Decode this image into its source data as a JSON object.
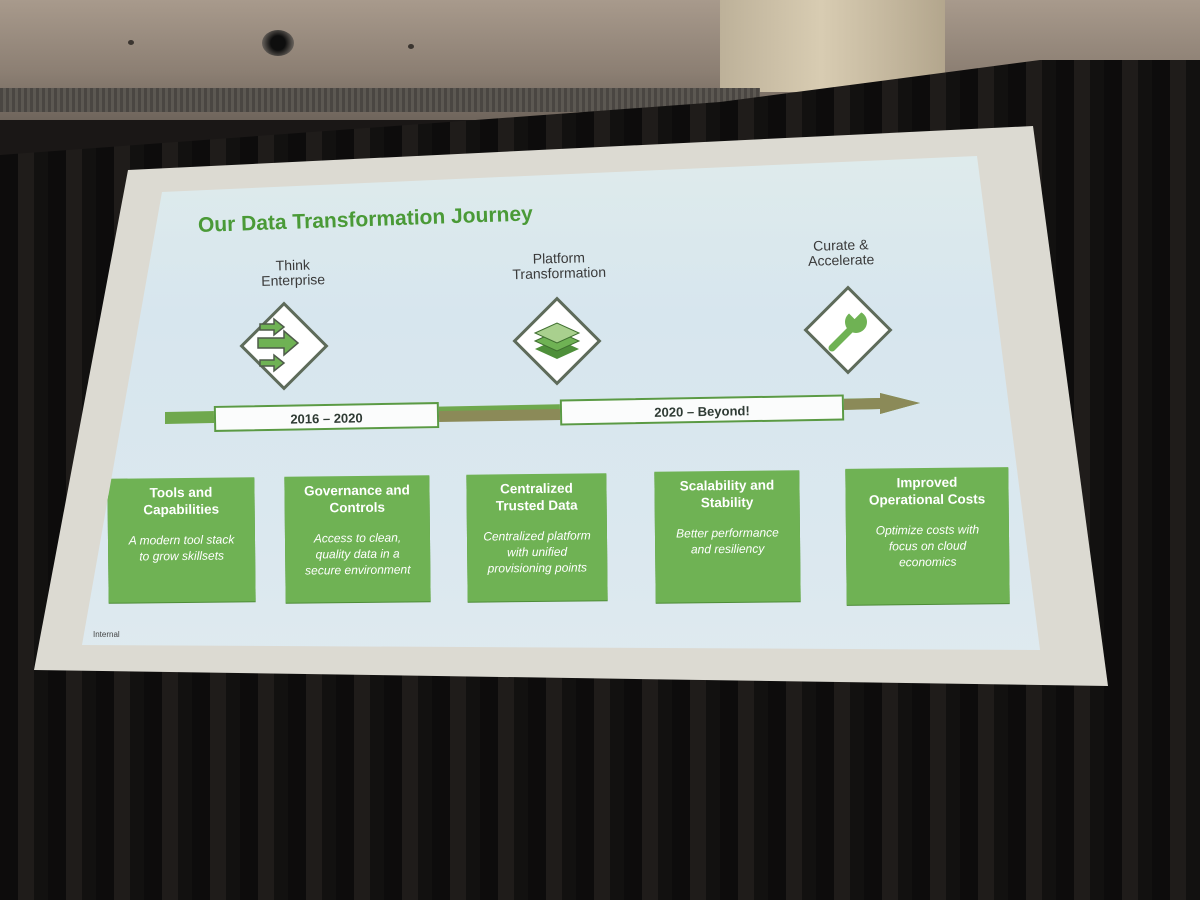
{
  "slide": {
    "title": "Our Data Transformation Journey",
    "footer": "Internal",
    "phases": [
      {
        "label": "Think\nEnterprise",
        "icon": "arrows-icon"
      },
      {
        "label": "Platform\nTransformation",
        "icon": "layers-icon"
      },
      {
        "label": "Curate &\nAccelerate",
        "icon": "wrench-icon"
      }
    ],
    "timeline": [
      {
        "label": "2016 – 2020"
      },
      {
        "label": "2020 – Beyond!"
      }
    ],
    "cards": [
      {
        "title": "Tools and\nCapabilities",
        "desc": "A modern tool stack\nto grow skillsets"
      },
      {
        "title": "Governance and\nControls",
        "desc": "Access to clean,\nquality data in a\nsecure environment"
      },
      {
        "title": "Centralized\nTrusted Data",
        "desc": "Centralized platform\nwith unified\nprovisioning points"
      },
      {
        "title": "Scalability and\nStability",
        "desc": "Better performance\nand resiliency"
      },
      {
        "title": "Improved\nOperational Costs",
        "desc": "Optimize costs with\nfocus on cloud\neconomics"
      }
    ],
    "colors": {
      "accent": "#4a9a37",
      "card": "#6fb254",
      "arrow": "#8b8a58"
    }
  }
}
